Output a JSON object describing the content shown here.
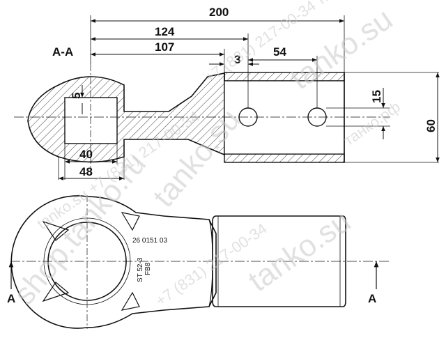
{
  "drawing": {
    "section_label": "A-A",
    "section_marker_left": "A",
    "section_marker_right": "A",
    "dimensions": {
      "overall_length": "200",
      "length_124": "124",
      "length_107": "107",
      "step_3": "3",
      "hole_spacing": "54",
      "hole_offset": "15",
      "tube_outer": "60",
      "wall_5": "5",
      "bore_40": "40",
      "eye_48": "48"
    },
    "markings": {
      "part_number": "26 0151 03",
      "standard": "ST 52-3",
      "code": "FB8"
    },
    "watermarks": {
      "big_1": "tanko.su",
      "big_2": "shop.tanko.ru",
      "big_3": "tanko.su",
      "big_4": "tanko.su",
      "small_1": "+7 (831) 217-00-34",
      "small_2": "танко.рф",
      "small_3": "+7 (831) 217-00-34 танко.рф",
      "small_4": "tanko.su +7 (831) 217-00-34"
    },
    "colors": {
      "line": "#111111",
      "watermark": "#c9c9c9",
      "background": "#ffffff"
    }
  }
}
